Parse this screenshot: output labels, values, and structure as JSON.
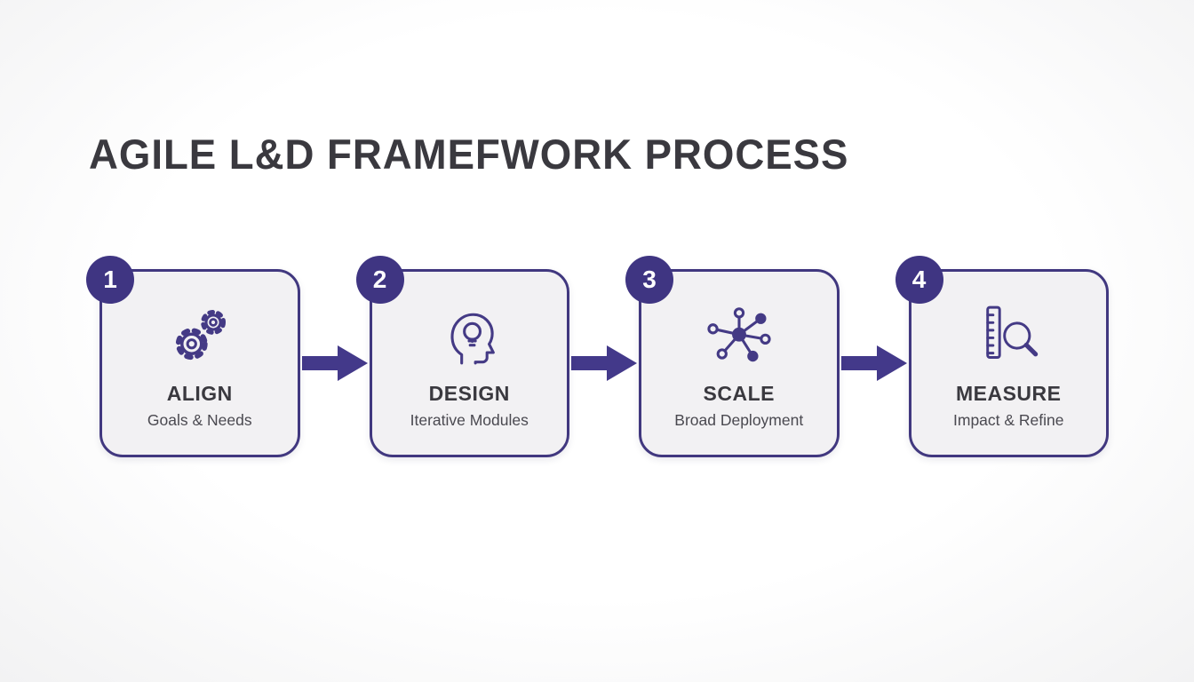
{
  "page": {
    "title": "AGILE L&D FRAMEFWORK PROCESS"
  },
  "colors": {
    "accent_purple": "#3f3582",
    "card_border": "#41387f",
    "card_background": "#f2f1f3",
    "title_text": "#3a393f",
    "subtitle_text": "#4a4950",
    "badge_text": "#ffffff"
  },
  "steps": [
    {
      "number": "1",
      "title": "ALIGN",
      "subtitle": "Goals & Needs",
      "icon": "gears-icon"
    },
    {
      "number": "2",
      "title": "DESIGN",
      "subtitle": "Iterative Modules",
      "icon": "head-lightbulb-icon"
    },
    {
      "number": "3",
      "title": "SCALE",
      "subtitle": "Broad Deployment",
      "icon": "network-icon"
    },
    {
      "number": "4",
      "title": "MEASURE",
      "subtitle": "Impact & Refine",
      "icon": "ruler-magnifier-icon"
    }
  ]
}
